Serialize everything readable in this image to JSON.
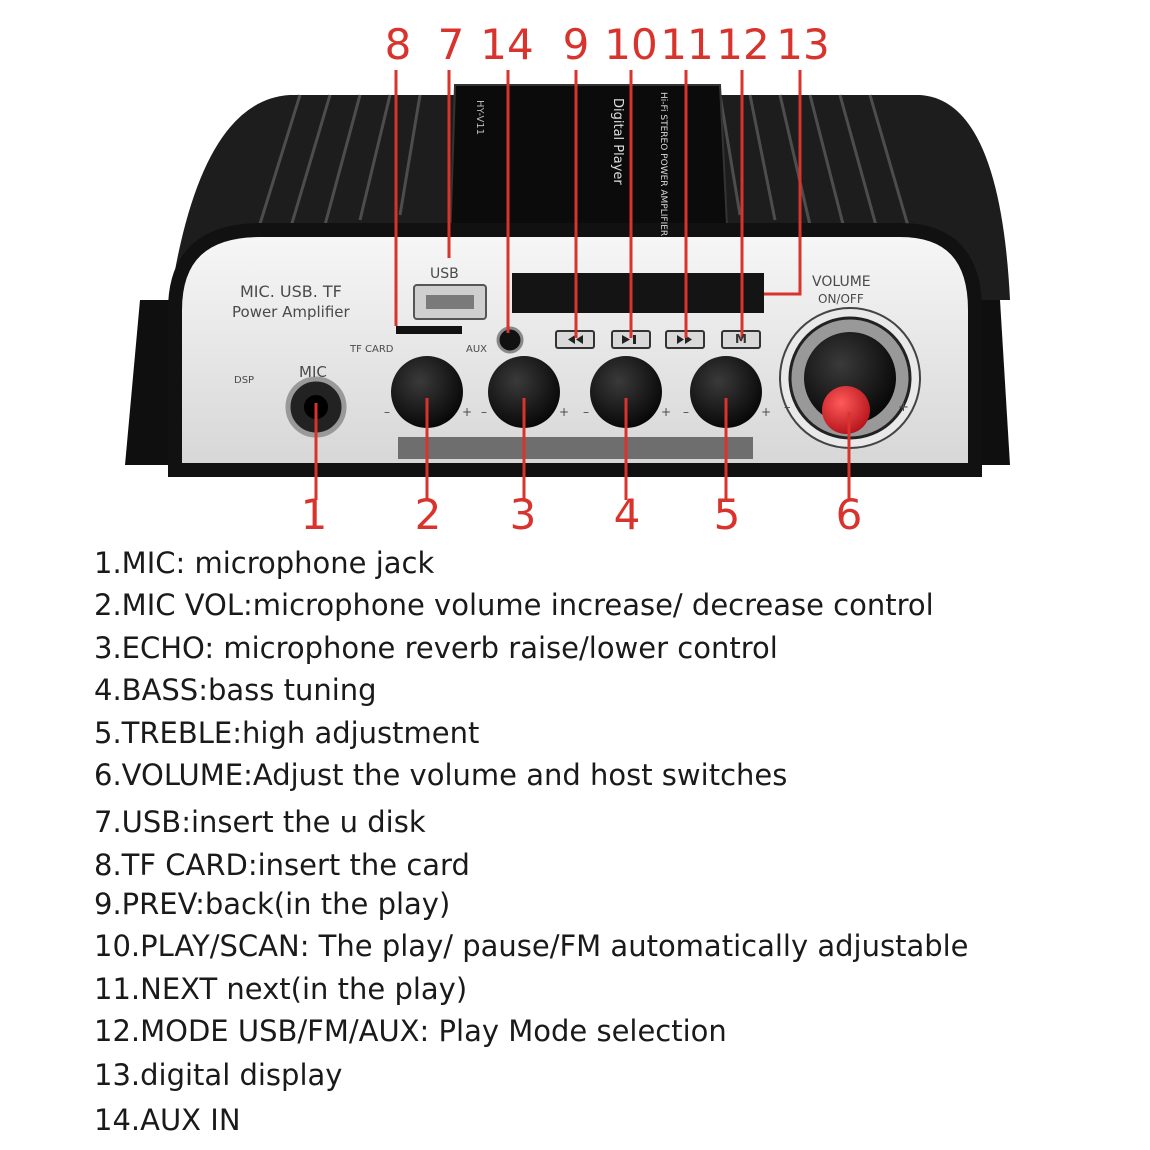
{
  "callouts": [
    "8",
    "7",
    "14",
    "9",
    "10",
    "11",
    "12",
    "13",
    "1",
    "2",
    "3",
    "4",
    "5",
    "6"
  ],
  "panel": {
    "brand_line1": "MIC. USB. TF",
    "brand_line2": "Power Amplifier",
    "dsp": "DSP",
    "mic": "MIC",
    "usb": "USB",
    "tf_card": "TF CARD",
    "aux": "AUX",
    "volume": "VOLUME",
    "on_off": "ON/OFF",
    "top_digital": "Digital Player",
    "top_stereo": "Hi-Fi STEREO POWER AMPLIFIER",
    "top_model": "HY-V11",
    "key_mode": "M",
    "minus": "–",
    "plus": "+"
  },
  "legend": [
    "1.MIC: microphone jack",
    "2.MIC VOL:microphone volume increase/ decrease control",
    "3.ECHO: microphone reverb raise/lower control",
    "4.BASS:bass tuning",
    "5.TREBLE:high adjustment",
    "6.VOLUME:Adjust the volume and host switches",
    "7.USB:insert the u disk",
    "8.TF CARD:insert the card",
    "9.PREV:back(in the play)",
    "10.PLAY/SCAN: The play/ pause/FM automatically adjustable",
    "11.NEXT next(in the play)",
    "12.MODE USB/FM/AUX: Play Mode selection",
    "13.digital display",
    "14.AUX IN"
  ],
  "colors": {
    "callout": "#d8332c",
    "body": "#1b1b1b",
    "panel": "#ececec",
    "knob": "#111111",
    "volume_cap": "#d9252a"
  }
}
